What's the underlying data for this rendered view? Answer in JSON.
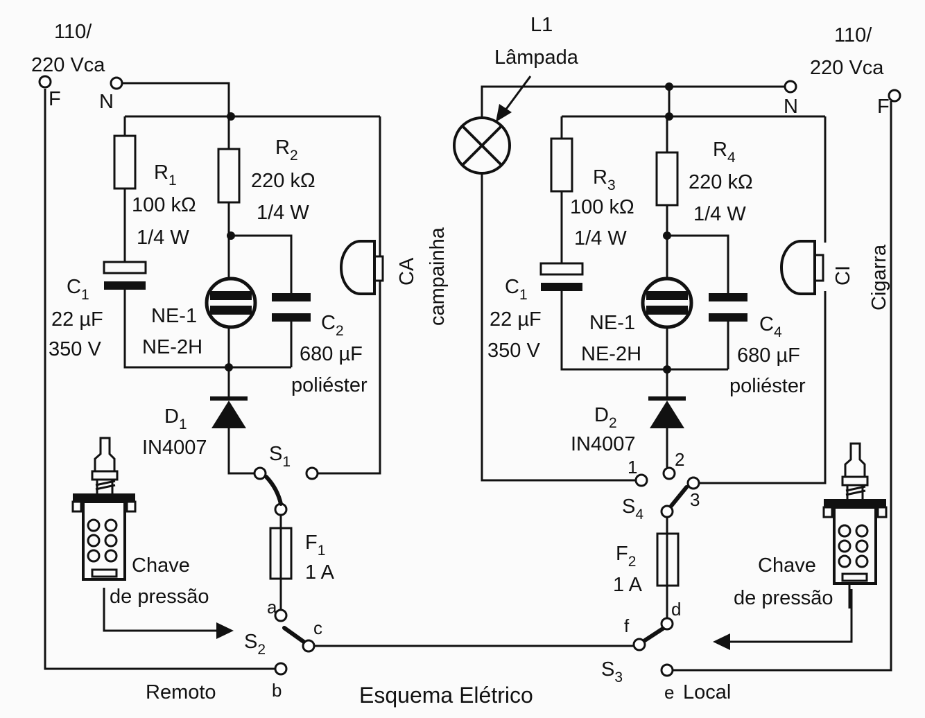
{
  "title": "Esquema Elétrico",
  "left": {
    "supply": {
      "line1": "110/",
      "line2": "220 Vca",
      "phase": "F",
      "neutral": "N"
    },
    "R1": {
      "letter": "R",
      "sub": "1",
      "value": "100 kΩ",
      "power": "1/4 W"
    },
    "R2": {
      "letter": "R",
      "sub": "2",
      "value": "220 kΩ",
      "power": "1/4 W"
    },
    "C1": {
      "letter": "C",
      "sub": "1",
      "value": "22 µF",
      "voltage": "350 V"
    },
    "neon": {
      "name": "NE-1",
      "type": "NE-2H"
    },
    "C2": {
      "letter": "C",
      "sub": "2",
      "value": "680 µF",
      "type": "poliéster"
    },
    "bell": {
      "ref": "CA",
      "name": "campainha"
    },
    "D1": {
      "letter": "D",
      "sub": "1",
      "type": "IN4007"
    },
    "S1": {
      "letter": "S",
      "sub": "1"
    },
    "F1": {
      "letter": "F",
      "sub": "1",
      "value": "1 A"
    },
    "S2": {
      "letter": "S",
      "sub": "2",
      "a": "a",
      "b": "b",
      "c": "c"
    },
    "push_switch": {
      "line1": "Chave",
      "line2": "de pressão"
    },
    "remote": "Remoto"
  },
  "right": {
    "lamp": {
      "ref": "L1",
      "name": "Lâmpada"
    },
    "supply": {
      "line1": "110/",
      "line2": "220 Vca",
      "phase": "F",
      "neutral": "N"
    },
    "R3": {
      "letter": "R",
      "sub": "3",
      "value": "100 kΩ",
      "power": "1/4 W"
    },
    "R4": {
      "letter": "R",
      "sub": "4",
      "value": "220 kΩ",
      "power": "1/4 W"
    },
    "C1": {
      "letter": "C",
      "sub": "1",
      "value": "22 µF",
      "voltage": "350 V"
    },
    "neon": {
      "name": "NE-1",
      "type": "NE-2H"
    },
    "C4": {
      "letter": "C",
      "sub": "4",
      "value": "680 µF",
      "type": "poliéster"
    },
    "buzzer": {
      "ref": "CI",
      "name": "Cigarra"
    },
    "D2": {
      "letter": "D",
      "sub": "2",
      "type": "IN4007"
    },
    "S4": {
      "letter": "S",
      "sub": "4",
      "t1": "1",
      "t2": "2",
      "t3": "3"
    },
    "F2": {
      "letter": "F",
      "sub": "2",
      "value": "1 A"
    },
    "S3": {
      "letter": "S",
      "sub": "3",
      "d": "d",
      "e": "e",
      "f": "f"
    },
    "push_switch": {
      "line1": "Chave",
      "line2": "de pressão"
    },
    "local": "Local"
  }
}
